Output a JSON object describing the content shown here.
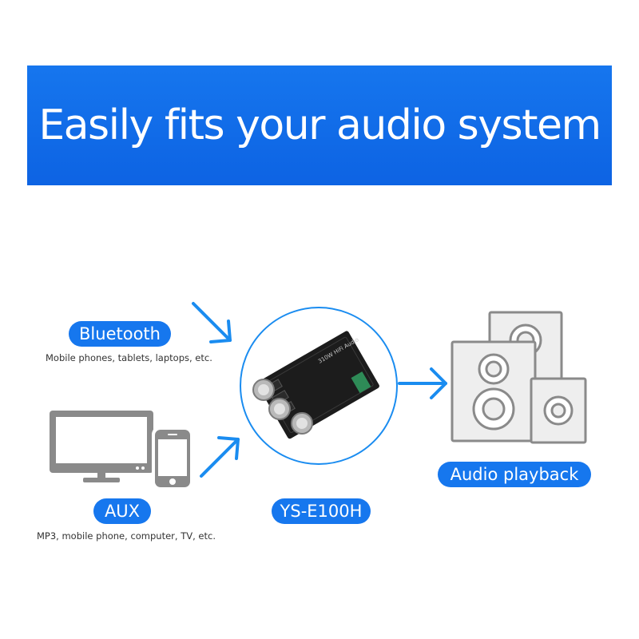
{
  "banner": {
    "title": "Easily fits your audio system"
  },
  "inputs": {
    "bluetooth": {
      "label": "Bluetooth",
      "caption": "Mobile phones, tablets, laptops, etc."
    },
    "aux": {
      "label": "AUX",
      "caption": "MP3, mobile phone, computer, TV, etc."
    }
  },
  "device": {
    "label": "YS-E100H",
    "board_text": "310W HiFi Audio"
  },
  "output": {
    "label": "Audio playback"
  },
  "colors": {
    "accent": "#1677ee",
    "arrow": "#1a8cf0",
    "icon_gray": "#8a8a8a",
    "speaker_fill": "#eeeeee"
  },
  "icons": [
    "arrow-down-right-icon",
    "arrow-up-right-icon",
    "arrow-right-icon",
    "monitor-icon",
    "smartphone-icon",
    "speaker-icon"
  ]
}
